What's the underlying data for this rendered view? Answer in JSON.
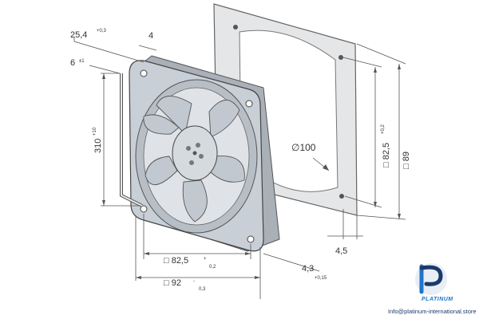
{
  "dimensions": {
    "depth": "25,4",
    "depth_tol": "+0,3",
    "flange": "4",
    "wire_offset": "6",
    "wire_offset_tol": "±1",
    "lead_length": "310",
    "lead_length_tol": "+10",
    "hole_spacing": "□ 82,5",
    "hole_spacing_tol_top": "+",
    "hole_spacing_tol": "0,2",
    "frame_size": "□ 92",
    "frame_size_tol_top": "-",
    "frame_size_tol": "0,3",
    "hole_diameter": "4,3",
    "hole_diameter_tol": "+0,15",
    "gasket_hole_spacing": "□ 82,5",
    "gasket_hole_spacing_tol": "+0,2",
    "gasket_size": "□ 89",
    "gasket_opening": "∅100",
    "gasket_thickness": "4,5"
  },
  "watermark": {
    "brand": "PLATINUM",
    "url": "Info@platinum-international.store",
    "colors": {
      "blue": "#1e75c9",
      "dark": "#1b3a6b"
    }
  },
  "colors": {
    "fan_body": "#c9cfd6",
    "fan_dark": "#8a929a",
    "line": "#555555",
    "gasket": "#e4e6e8"
  }
}
